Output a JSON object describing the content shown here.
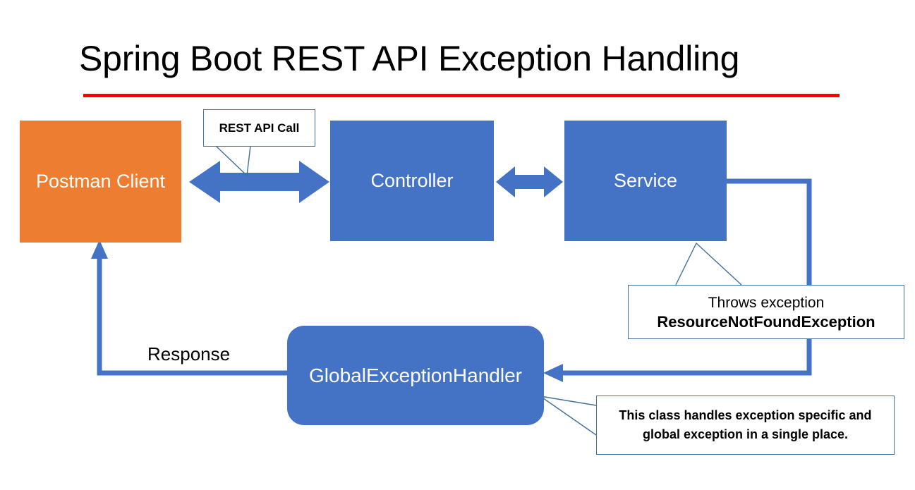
{
  "page": {
    "title": "Spring Boot REST API Exception Handling",
    "background": "#FFFFFF",
    "rule_color": "#FF0000"
  },
  "colors": {
    "client_fill": "#ED7D31",
    "component_fill": "#4472C4",
    "connector": "#4472C4",
    "callout_border": "#41719C",
    "node_text": "#FFFFFF",
    "body_text": "#000000",
    "accent_rule": "#FF0000"
  },
  "diagram": {
    "type": "flow-diagram",
    "nodes": [
      {
        "id": "postman",
        "label": "Postman Client",
        "shape": "rectangle",
        "fill": "#ED7D31"
      },
      {
        "id": "controller",
        "label": "Controller",
        "shape": "rectangle",
        "fill": "#4472C4"
      },
      {
        "id": "service",
        "label": "Service",
        "shape": "rectangle",
        "fill": "#4472C4"
      },
      {
        "id": "global_exception_handler",
        "label": "GlobalExceptionHandler",
        "shape": "rounded-rectangle",
        "fill": "#4472C4"
      }
    ],
    "edges": [
      {
        "from": "postman",
        "to": "controller",
        "kind": "double-arrow",
        "label": "REST API Call"
      },
      {
        "from": "controller",
        "to": "service",
        "kind": "double-arrow",
        "label": ""
      },
      {
        "from": "service",
        "to": "global_exception_handler",
        "kind": "arrow",
        "label": ""
      },
      {
        "from": "global_exception_handler",
        "to": "postman",
        "kind": "arrow",
        "label": "Response"
      }
    ],
    "callouts": [
      {
        "id": "rest_api_call",
        "text": "REST API Call",
        "bold": true,
        "points_to": "postman-controller-arrow"
      },
      {
        "id": "throws_exception",
        "line1": "Throws exception",
        "line2": "ResourceNotFoundException",
        "points_to": "service"
      },
      {
        "id": "handler_note",
        "line1": "This class handles exception specific and",
        "line2": "global exception in a single place.",
        "bold": true,
        "points_to": "global_exception_handler"
      }
    ],
    "labels": [
      {
        "id": "response",
        "text": "Response"
      }
    ]
  }
}
